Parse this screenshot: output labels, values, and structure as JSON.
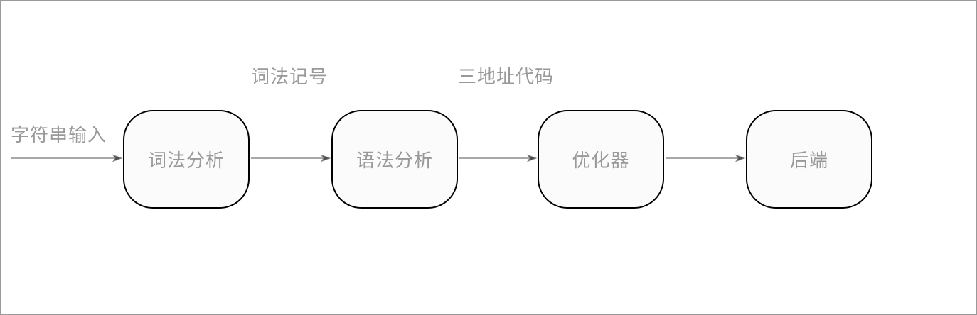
{
  "diagram": {
    "nodes": [
      {
        "id": "lexer",
        "label": "词法分析"
      },
      {
        "id": "parser",
        "label": "语法分析"
      },
      {
        "id": "optimizer",
        "label": "优化器"
      },
      {
        "id": "backend",
        "label": "后端"
      }
    ],
    "edges": [
      {
        "from": "input",
        "to": "lexer",
        "label": "字符串输入"
      },
      {
        "from": "lexer",
        "to": "parser",
        "label": "词法记号"
      },
      {
        "from": "parser",
        "to": "optimizer",
        "label": "三地址代码"
      },
      {
        "from": "optimizer",
        "to": "backend",
        "label": ""
      }
    ],
    "colors": {
      "frame_border": "#999999",
      "node_border": "#000000",
      "node_fill": "#fbfbfb",
      "label_text": "#999999",
      "connector_line": "#8c8c8c",
      "arrowhead_fill": "#4d4d4d"
    }
  }
}
